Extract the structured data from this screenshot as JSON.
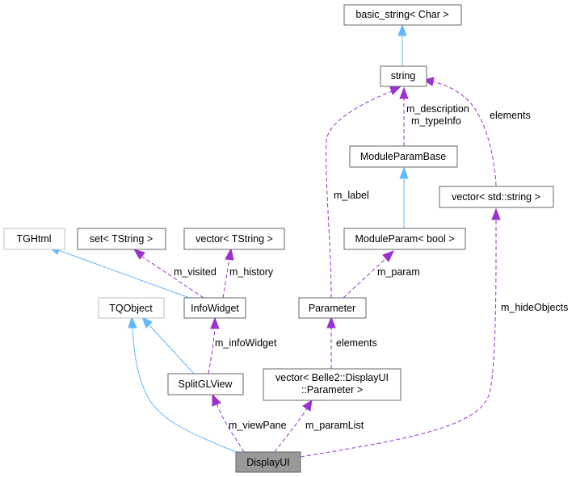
{
  "nodes": {
    "display_ui": "DisplayUI",
    "tqobject": "TQObject",
    "split_gl_view": "SplitGLView",
    "info_widget": "InfoWidget",
    "tghtml": "TGHtml",
    "set_tstring": "set< TString >",
    "vector_tstring": "vector< TString >",
    "parameter": "Parameter",
    "vector_parameter_line1": "vector< Belle2::DisplayUI",
    "vector_parameter_line2": "::Parameter >",
    "module_param_bool": "ModuleParam< bool >",
    "module_param_base": "ModuleParamBase",
    "string": "string",
    "basic_string": "basic_string< Char >",
    "vector_std_string": "vector< std::string >"
  },
  "edge_labels": {
    "view_pane": "m_viewPane",
    "param_list": "m_paramList",
    "hide_objects": "m_hideObjects",
    "info_widget": "m_infoWidget",
    "visited": "m_visited",
    "history": "m_history",
    "param": "m_param",
    "label": "m_label",
    "description": "m_description",
    "type_info": "m_typeInfo",
    "elements_vector_parameter": "elements",
    "elements_vector_string": "elements"
  },
  "colors": {
    "inheritance": "#63b8ff",
    "usage": "#9a32cd",
    "root_fill": "#999999",
    "node_border": "#666666",
    "external_border": "#bfbfbf"
  }
}
